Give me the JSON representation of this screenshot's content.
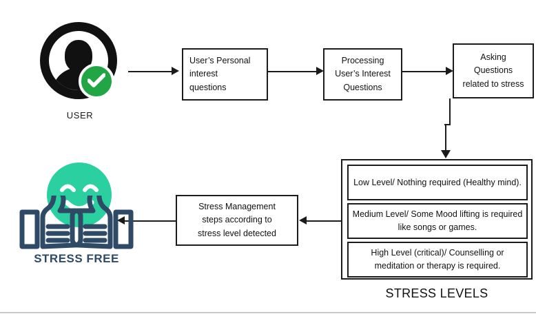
{
  "diagram": {
    "title": "Stress detection and management flowchart",
    "colors": {
      "ink": "#1b1b1b",
      "check_green": "#22a544",
      "smiley_teal": "#2ad0a0",
      "thumbs_navy": "#2e4a66"
    }
  },
  "actor": {
    "label": "USER",
    "avatar_icon": "user-avatar-icon",
    "badge_icon": "check-badge-icon"
  },
  "flow_steps": [
    {
      "id": "personal-interest",
      "text": "User’s Personal interest questions",
      "align": "left"
    },
    {
      "id": "processing",
      "text": "Processing User’s Interest Questions",
      "align": "center"
    },
    {
      "id": "asking-stress",
      "text": "Asking Questions related to stress",
      "align": "center"
    }
  ],
  "step_lines": {
    "personal_interest": [
      "User’s Personal",
      "interest",
      "questions"
    ],
    "processing": [
      "Processing",
      "User’s Interest",
      "Questions"
    ],
    "asking_stress": [
      "Asking",
      "Questions",
      "related to stress"
    ],
    "management": [
      "Stress Management",
      "steps according to",
      "stress level detected"
    ]
  },
  "management_box": {
    "text": "Stress Management steps according to stress level detected"
  },
  "stress_levels": {
    "caption": "STRESS LEVELS",
    "items": [
      {
        "id": "low",
        "text": "Low Level/ Nothing required (Healthy mind)."
      },
      {
        "id": "medium",
        "text": "Medium Level/ Some Mood lifting is required like songs or games."
      },
      {
        "id": "high",
        "text": "High Level (critical)/ Counselling or meditation or therapy is required."
      }
    ]
  },
  "outcome": {
    "label": "STRESS FREE",
    "smiley_icon": "smiley-face-icon",
    "thumbs_icon": "thumbs-up-icon"
  }
}
